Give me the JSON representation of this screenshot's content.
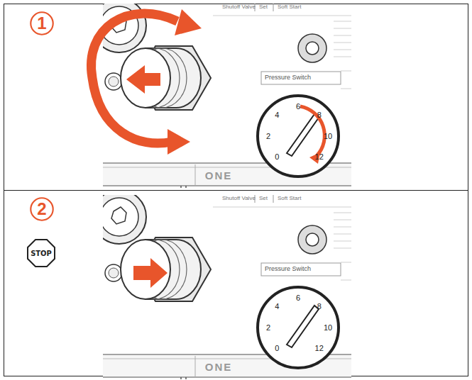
{
  "diagram": {
    "nodes": [
      {
        "text": [
          "1"
        ]
      },
      {
        "text": [
          "2"
        ]
      },
      {
        "text": [
          "STOP"
        ]
      }
    ],
    "labels": [
      "Shutoff Valve",
      "Set",
      "Soft Start",
      "Pressure Switch",
      "0",
      "2",
      "4",
      "6",
      "8",
      "10",
      "12",
      "ONE",
      "Shutoff Valve",
      "Set",
      "Soft Start",
      "Pressure Switch",
      "0",
      "2",
      "4",
      "6",
      "8",
      "10",
      "12",
      "ONE"
    ]
  }
}
